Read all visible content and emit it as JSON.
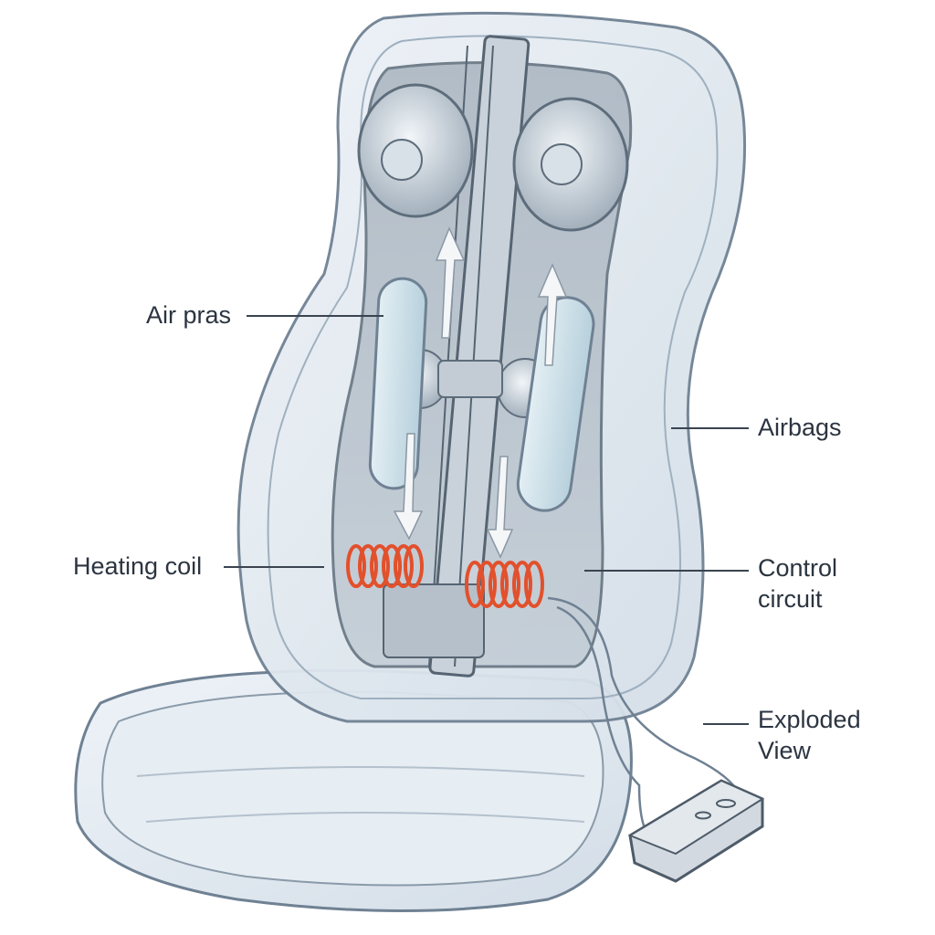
{
  "labels": {
    "air_pras": "Air pras",
    "airbags": "Airbags",
    "heating_coil": "Heating coil",
    "control_circuit_line1": "Control",
    "control_circuit_line2": "circuit",
    "exploded_view_line1": "Exploded",
    "exploded_view_line2": "View"
  },
  "colors": {
    "shell_fill": "#dfe7ef",
    "shell_stroke": "#6f8193",
    "frame_dark": "#8a97a4",
    "airbag": "#cfe3ec",
    "coil": "#e2502c",
    "text": "#2b3440"
  }
}
